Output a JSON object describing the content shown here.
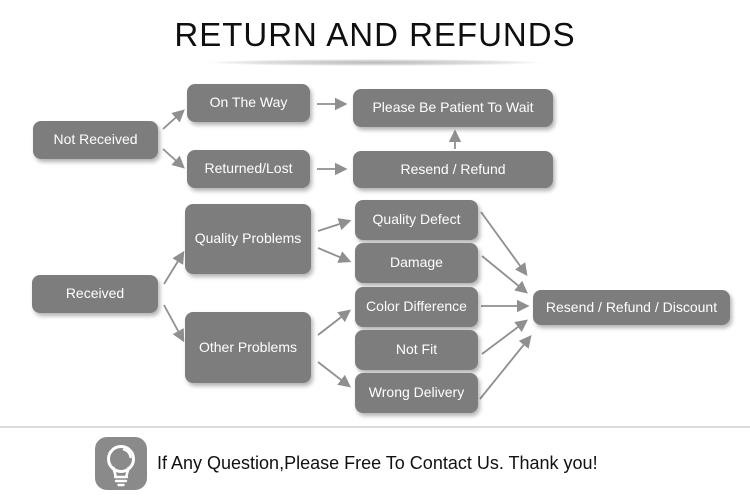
{
  "title": "RETURN AND REFUNDS",
  "diagram": {
    "type": "flowchart",
    "nodes": {
      "not_received": "Not Received",
      "on_the_way": "On The Way",
      "please_wait": "Please Be Patient To Wait",
      "returned_lost": "Returned/Lost",
      "resend_refund": "Resend / Refund",
      "received": "Received",
      "quality_problems": "Quality Problems",
      "other_problems": "Other Problems",
      "quality_defect": "Quality Defect",
      "damage": "Damage",
      "color_difference": "Color Difference",
      "not_fit": "Not Fit",
      "wrong_delivery": "Wrong Delivery",
      "resend_refund_discount": "Resend / Refund / Discount"
    },
    "edges": [
      [
        "not_received",
        "on_the_way"
      ],
      [
        "not_received",
        "returned_lost"
      ],
      [
        "on_the_way",
        "please_wait"
      ],
      [
        "returned_lost",
        "resend_refund"
      ],
      [
        "resend_refund",
        "please_wait"
      ],
      [
        "received",
        "quality_problems"
      ],
      [
        "received",
        "other_problems"
      ],
      [
        "quality_problems",
        "quality_defect"
      ],
      [
        "quality_problems",
        "damage"
      ],
      [
        "other_problems",
        "color_difference"
      ],
      [
        "other_problems",
        "wrong_delivery"
      ],
      [
        "quality_defect",
        "resend_refund_discount"
      ],
      [
        "damage",
        "resend_refund_discount"
      ],
      [
        "color_difference",
        "resend_refund_discount"
      ],
      [
        "not_fit",
        "resend_refund_discount"
      ],
      [
        "wrong_delivery",
        "resend_refund_discount"
      ]
    ]
  },
  "footer": {
    "icon": "light-bulb-icon",
    "message": "If Any Question,Please Free To Contact Us. Thank you!"
  },
  "colors": {
    "node_bg": "#7d7d7d",
    "node_text": "#ffffff",
    "arrow": "#8f8f8f",
    "title_text": "#0f0f0f",
    "divider": "#dcdcdc",
    "background": "#ffffff"
  }
}
